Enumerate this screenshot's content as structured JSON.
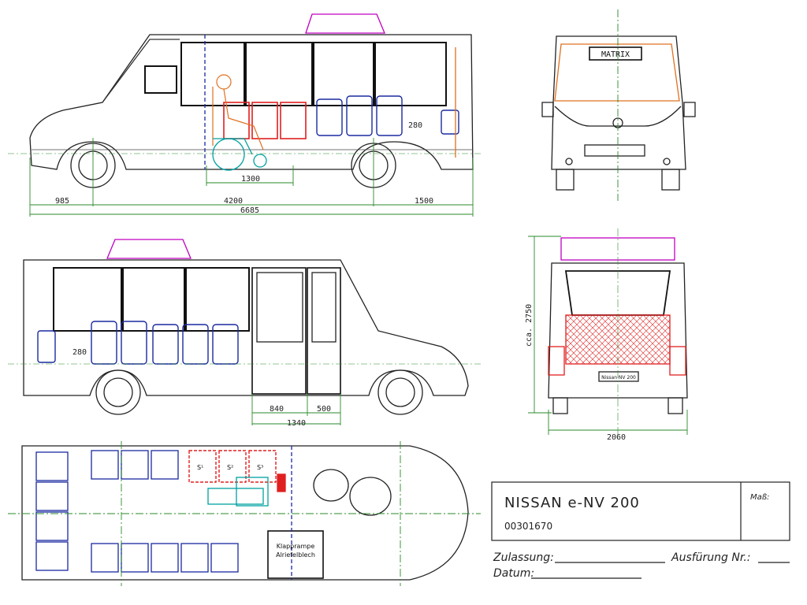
{
  "side_view_top": {
    "dimensions": {
      "d985": "985",
      "d4200": "4200",
      "d1500": "1500",
      "d6685": "6685",
      "d1300": "1300",
      "d280": "280"
    }
  },
  "front_view": {
    "sign_text": "MATRIX"
  },
  "side_view_bottom": {
    "dimensions": {
      "d280": "280",
      "d840": "840",
      "d500": "500",
      "d1340": "1340"
    }
  },
  "rear_view": {
    "height_label": "cca. 2750",
    "width_label": "2060",
    "plate_text": "Nissan NV 200"
  },
  "plan_view": {
    "ramp_label_line1": "Klapprampe",
    "ramp_label_line2": "Alriefelblech",
    "seat_marks": [
      "S¹",
      "S²",
      "S³"
    ]
  },
  "title_block": {
    "model": "NISSAN e-NV 200",
    "number": "00301670",
    "scale_label": "Maß:",
    "field_zulassung": "Zulassung:",
    "field_ausfuehrung": "Ausfürung Nr.:",
    "field_datum": "Datum:"
  },
  "colors": {
    "line": "#222222",
    "dimension": "#2a8a2a",
    "wheelchair": "#00a0a0",
    "seat_blue": "#1a2aa0",
    "seat_red": "#e02020",
    "roof_magenta": "#c000c0",
    "orange": "#e07020"
  }
}
